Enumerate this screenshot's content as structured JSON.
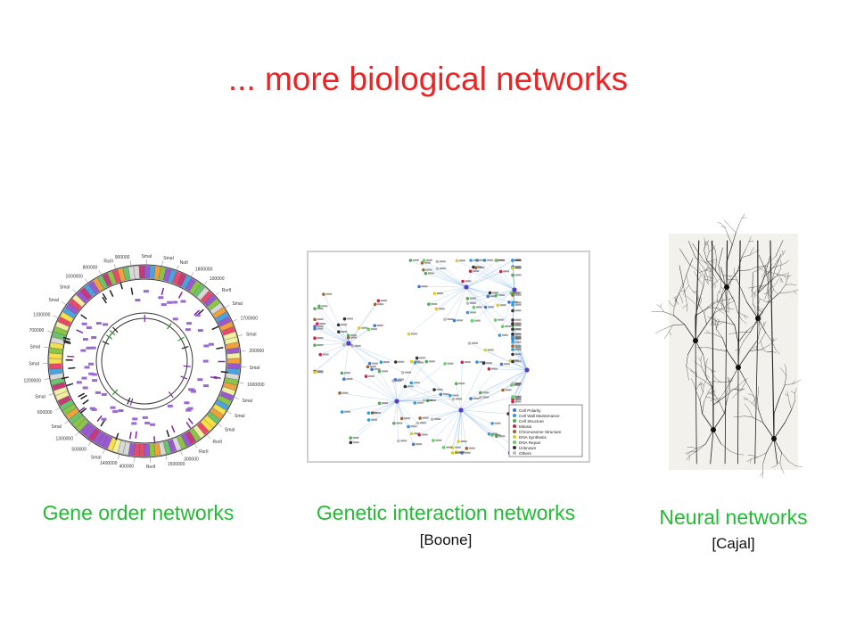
{
  "slide": {
    "title": "... more biological networks",
    "colors": {
      "title": "#ee2222",
      "caption": "#22bb33",
      "citation": "#111111"
    }
  },
  "panels": [
    {
      "id": "gene-order",
      "caption": "Gene order networks",
      "citation": ""
    },
    {
      "id": "genetic-interaction",
      "caption": "Genetic interaction networks",
      "citation": "[Boone]"
    },
    {
      "id": "neural",
      "caption": "Neural networks",
      "citation": "[Cajal]"
    }
  ],
  "gene_map": {
    "labels": [
      "SmaI",
      "SmaI",
      "NotI",
      "1800000",
      "100000",
      "RsrII",
      "SmaI",
      "1700000",
      "SmaI",
      "200000",
      "SmaI",
      "1600000",
      "SmaI",
      "SmaI",
      "SmaI",
      "RsrII",
      "RsrII",
      "300000",
      "1500000",
      "RsrII",
      "400000",
      "1400000",
      "SmaI",
      "500000",
      "1300000",
      "SmaI",
      "600000",
      "SmaI",
      "1200000",
      "SmaI",
      "SmaI",
      "700000",
      "1100000",
      "SmaI",
      "SmaI",
      "1000000",
      "800000",
      "RsrII",
      "900000"
    ]
  },
  "interaction_legend": {
    "items": [
      "Cell Polarity",
      "Cell Wall Maintenance",
      "Cell Structure",
      "Mitosis",
      "Chromosome Structure",
      "DNA Synthesis",
      "DNA Repair",
      "Unknown",
      "Others"
    ],
    "colors": [
      "#4477cc",
      "#3399dd",
      "#55aa55",
      "#cc2244",
      "#996633",
      "#ddcc22",
      "#66cc66",
      "#333333",
      "#bbbbbb"
    ]
  }
}
